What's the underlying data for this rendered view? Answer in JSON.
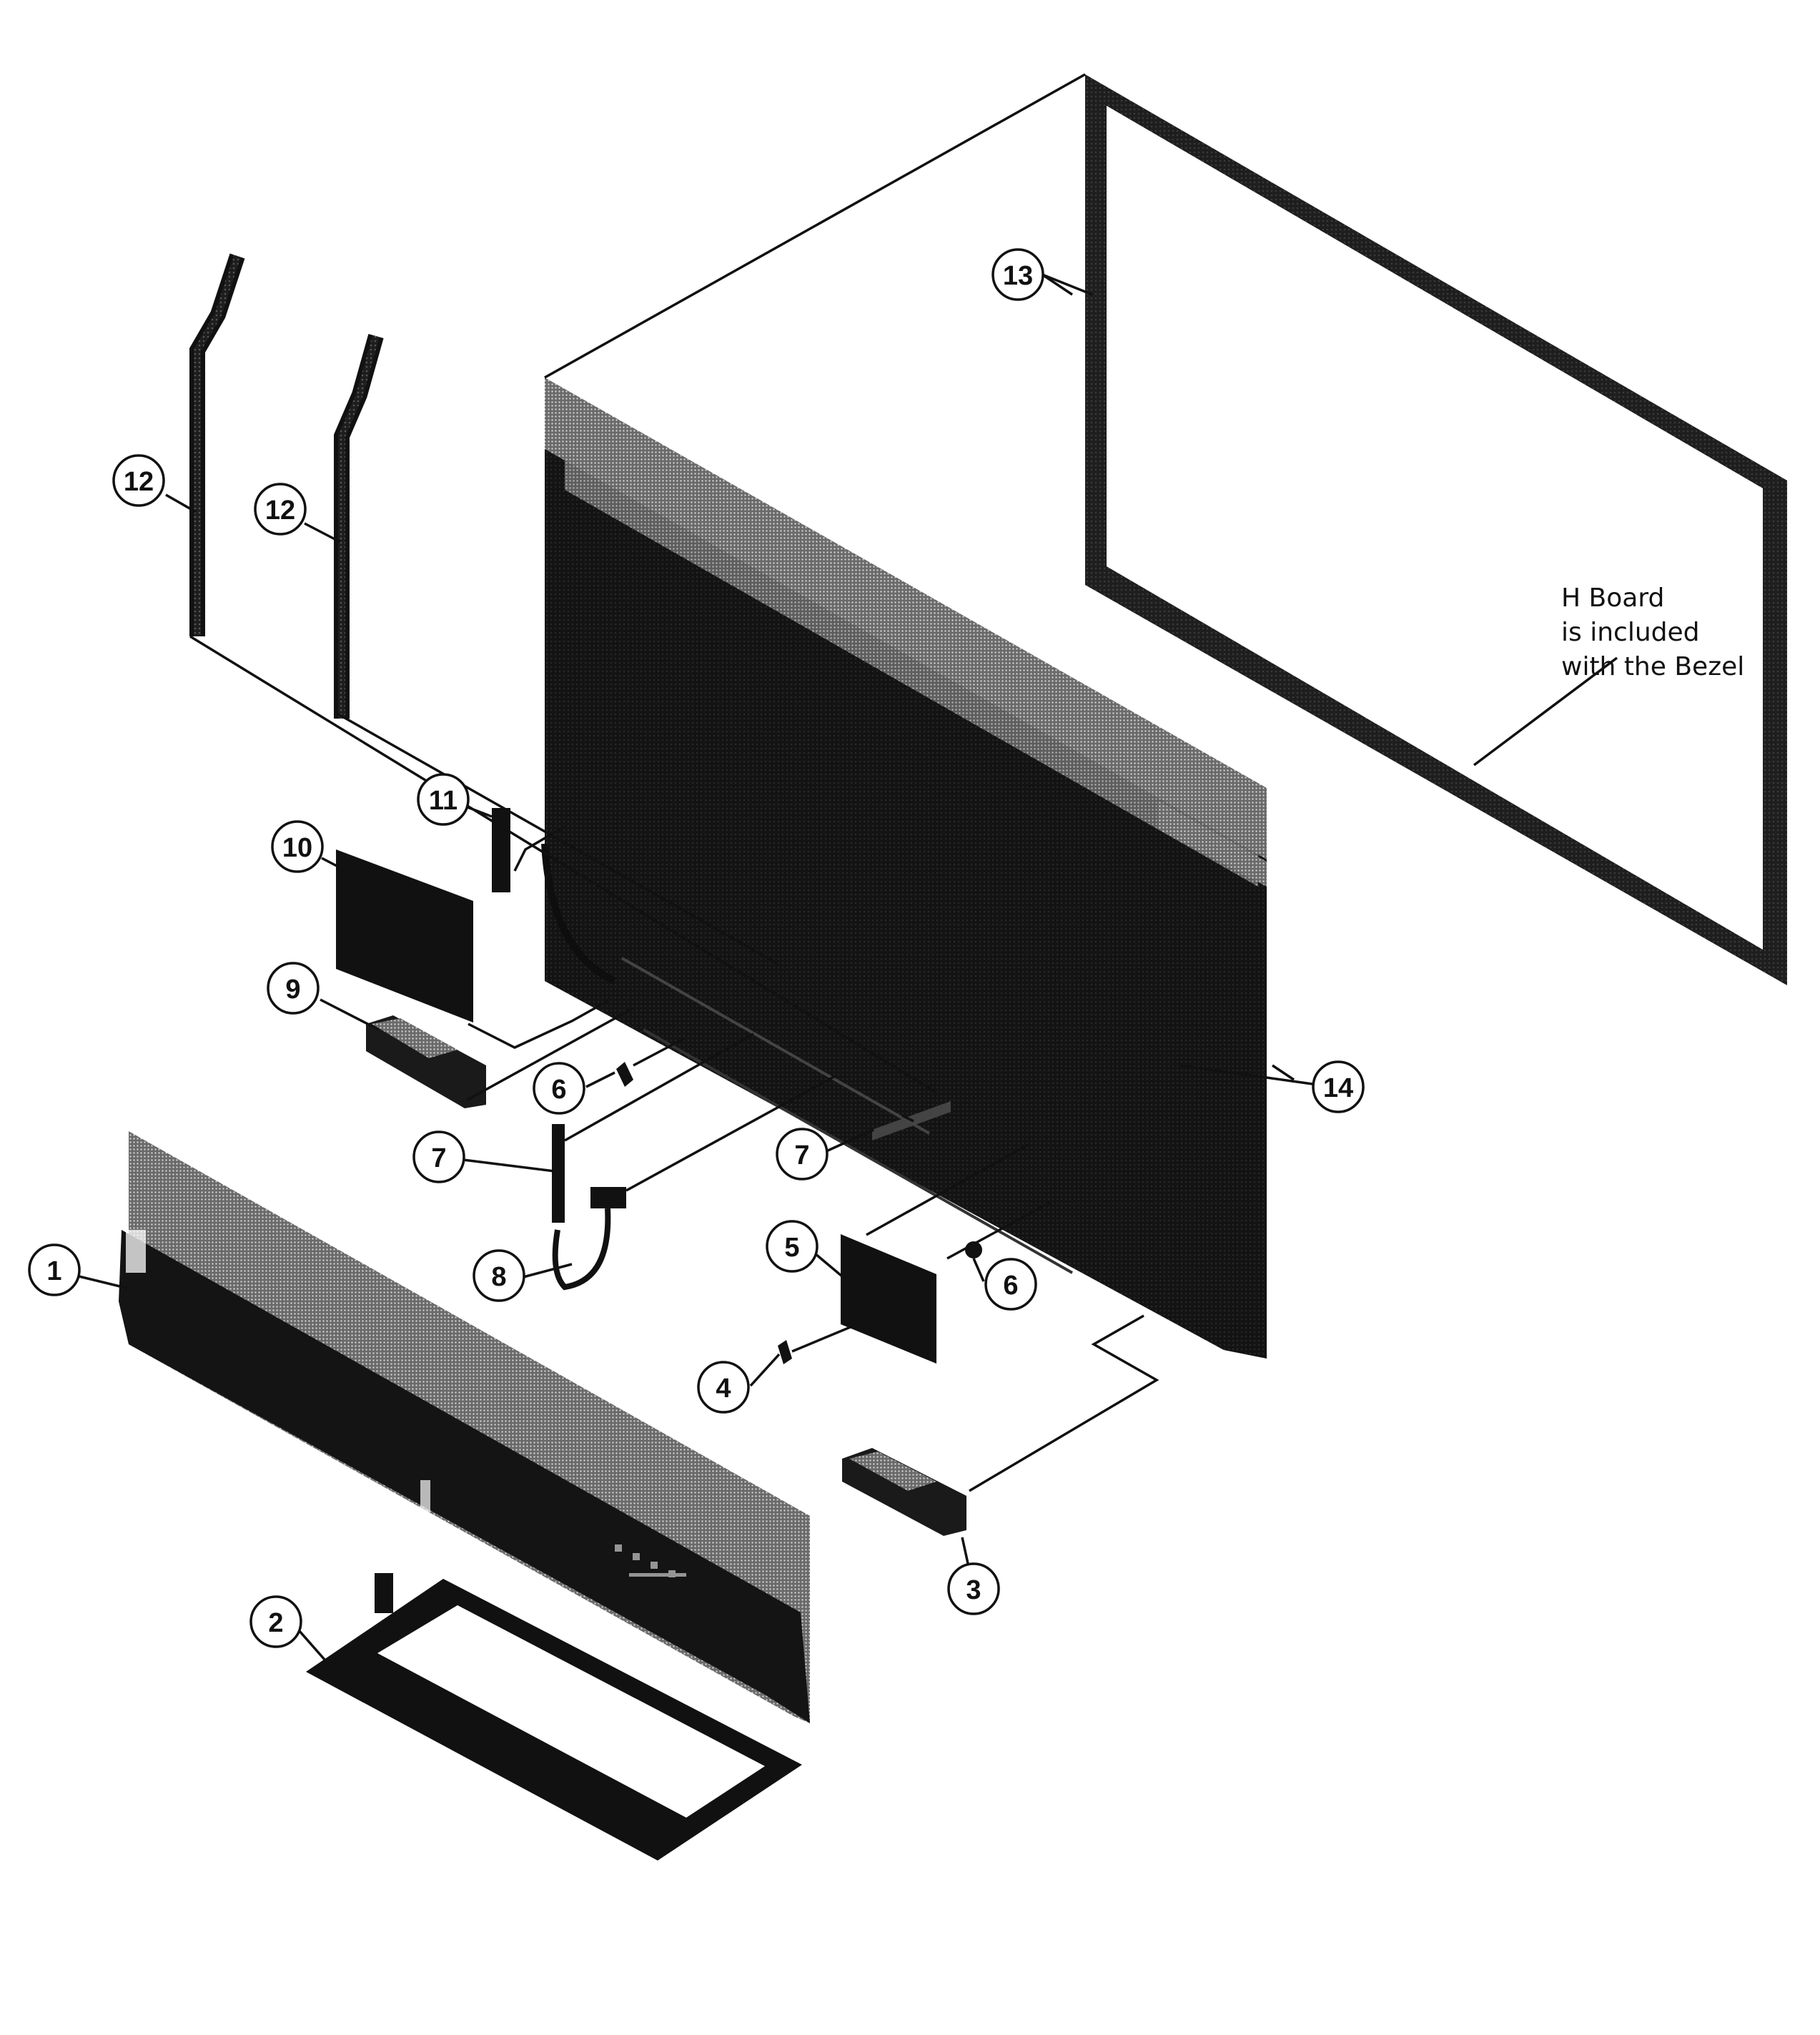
{
  "diagram": {
    "type": "exploded-parts-view",
    "callouts": [
      {
        "id": "c1",
        "label": "1"
      },
      {
        "id": "c2",
        "label": "2"
      },
      {
        "id": "c3",
        "label": "3"
      },
      {
        "id": "c4",
        "label": "4"
      },
      {
        "id": "c5",
        "label": "5"
      },
      {
        "id": "c6a",
        "label": "6"
      },
      {
        "id": "c6b",
        "label": "6"
      },
      {
        "id": "c7a",
        "label": "7"
      },
      {
        "id": "c7b",
        "label": "7"
      },
      {
        "id": "c8",
        "label": "8"
      },
      {
        "id": "c9",
        "label": "9"
      },
      {
        "id": "c10",
        "label": "10"
      },
      {
        "id": "c11",
        "label": "11"
      },
      {
        "id": "c12a",
        "label": "12"
      },
      {
        "id": "c12b",
        "label": "12"
      },
      {
        "id": "c13",
        "label": "13"
      },
      {
        "id": "c14",
        "label": "14"
      }
    ],
    "note": {
      "line1": "H Board",
      "line2": "is included",
      "line3": "with the Bezel"
    }
  }
}
